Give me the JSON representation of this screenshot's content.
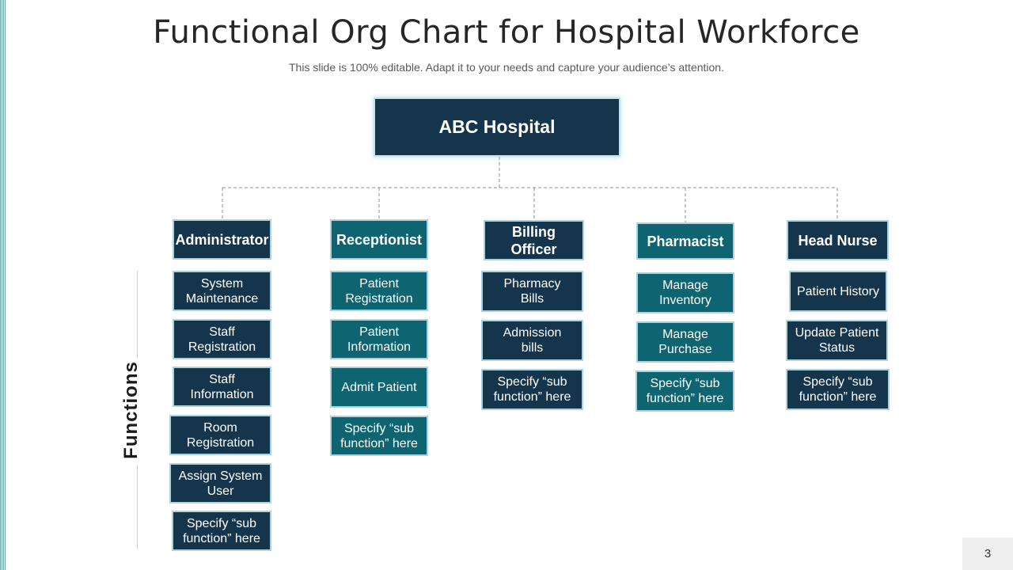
{
  "slide": {
    "title": "Functional Org Chart for Hospital Workforce",
    "subtitle": "This slide is 100% editable. Adapt it to your needs and capture your audience’s attention.",
    "page_number": "3"
  },
  "root": {
    "label": "ABC Hospital"
  },
  "functions_label": "Functions",
  "colors": {
    "dark": "#14354c",
    "teal": "#0e6571",
    "border": "#a9d4df"
  },
  "columns": [
    {
      "header": "Administrator",
      "items": [
        "System Maintenance",
        "Staff Registration",
        "Staff Information",
        "Room Registration",
        "Assign System User",
        "Specify “sub function” here"
      ]
    },
    {
      "header": "Receptionist",
      "items": [
        "Patient Registration",
        "Patient Information",
        "Admit Patient",
        "Specify “sub function” here"
      ]
    },
    {
      "header": "Billing Officer",
      "items": [
        "Pharmacy Bills",
        "Admission bills",
        "Specify “sub function” here"
      ]
    },
    {
      "header": "Pharmacist",
      "items": [
        "Manage Inventory",
        "Manage Purchase",
        "Specify “sub function” here"
      ]
    },
    {
      "header": "Head Nurse",
      "items": [
        "Patient History",
        "Update Patient Status",
        "Specify “sub function” here"
      ]
    }
  ]
}
